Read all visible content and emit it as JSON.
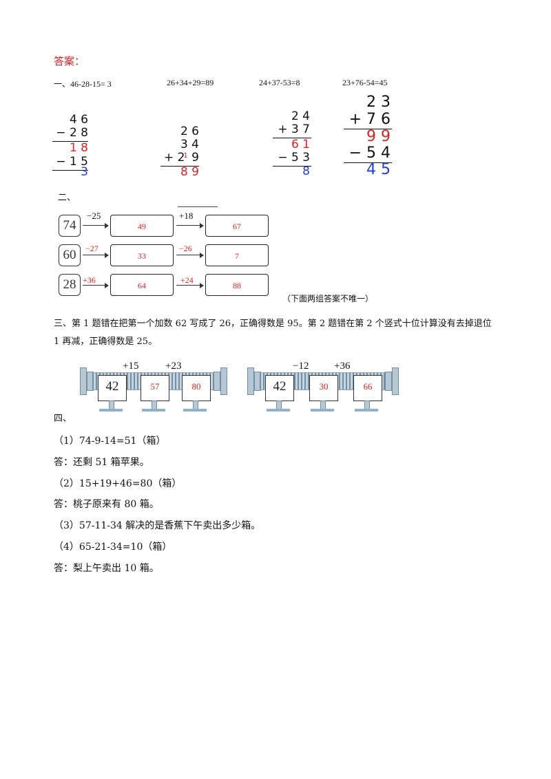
{
  "answer_title": "答案：",
  "section1": {
    "label": "一、",
    "equations": [
      "46-28-15= 3",
      "26+34+29=89",
      "24+37-53=8",
      "23+76-54=45"
    ],
    "calc1": {
      "top": "4 6",
      "op1": "− 2 8",
      "mid": "1 8",
      "op2": "− 1 5",
      "result": "3"
    },
    "calc2": {
      "top": "2 6",
      "op1": "3 4",
      "op2_sign": "+",
      "op2_carry": "1",
      "op2_a": "2",
      "op2_b": "9",
      "result": "8 9"
    },
    "calc3": {
      "top": "2 4",
      "op1": "+ 3 7",
      "mid": "6 1",
      "op2": "− 5 3",
      "result": "8"
    },
    "calc4": {
      "top": "2 3",
      "op1": "+ 7 6",
      "mid": "9 9",
      "op2": "− 5 4",
      "result": "4 5"
    }
  },
  "section2": {
    "label": "二、",
    "chains": [
      {
        "start": "74",
        "op1": "−25",
        "ans1": "49",
        "op2": "+18",
        "ans2": "67"
      },
      {
        "start": "60",
        "op1": "−27",
        "ans1": "33",
        "op2": "−26",
        "ans2": "7"
      },
      {
        "start": "28",
        "op1": "+36",
        "ans1": "64",
        "op2": "+24",
        "ans2": "88"
      }
    ],
    "note": "（下面两组答案不唯一）"
  },
  "section3": {
    "line1": "三、第 1 题错在把第一个加数 62 写成了 26，正确得数是 95。第 2 题错在第 2 个竖式十位计算没有去掉退位",
    "line2": "1 再减，正确得数是 25。",
    "machines": [
      {
        "start": "42",
        "op1": "+15",
        "ans1": "57",
        "op2": "+23",
        "ans2": "80"
      },
      {
        "start": "42",
        "op1": "−12",
        "ans1": "30",
        "op2": "+36",
        "ans2": "66"
      }
    ]
  },
  "section4": {
    "label": "四、",
    "lines": [
      "（1）74-9-14=51（箱）",
      "答：还剩 51 箱苹果。",
      "（2）15+19+46=80（箱）",
      "答：桃子原来有 80 箱。",
      "（3）57-11-34 解决的是香蕉下午卖出多少箱。",
      "（4）65-21-34=10（箱）",
      "答：梨上午卖出 10 箱。"
    ]
  },
  "colors": {
    "answer_red": "#e02020",
    "answer_blue": "#1f3fd8"
  }
}
